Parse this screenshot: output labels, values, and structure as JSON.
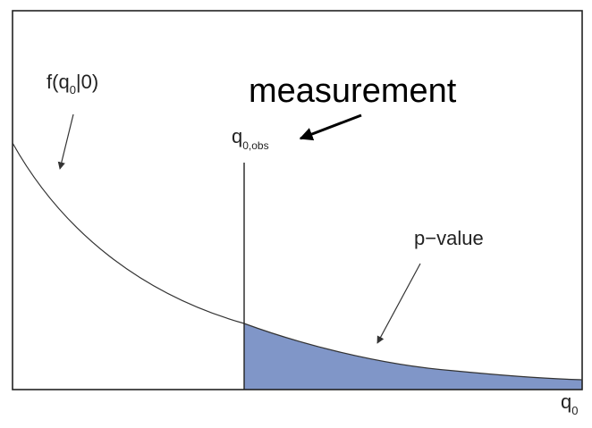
{
  "labels": {
    "pdf_main": "f(q",
    "pdf_sub": "0",
    "pdf_tail": "|0)",
    "measurement": "measurement",
    "obs_main": "q",
    "obs_sub": "0,obs",
    "pvalue": "p−value",
    "axis_main": "q",
    "axis_sub": "0"
  },
  "colors": {
    "frame": "#222222",
    "curve": "#333333",
    "shade": "#8096c8"
  }
}
